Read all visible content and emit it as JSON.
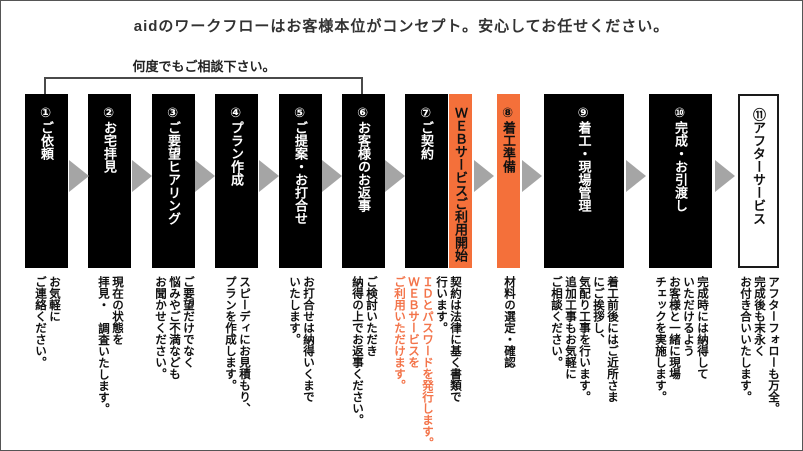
{
  "header": {
    "title": "aidのワークフローはお客様本位がコンセプト。安心してお任せください。"
  },
  "loop_annotation": {
    "label": "何度でもご相談下さい。",
    "from_step": "⑥お客様のお返事",
    "to_step": "①ご依頼"
  },
  "colors": {
    "box_black": "#000000",
    "box_orange": "#f4703a",
    "orange_text": "#f3744a",
    "arrow_gray": "#a5a5a5",
    "loop_arrow": "#4a4a4a"
  },
  "steps": [
    {
      "label": "①ご依頼",
      "desc": "お気軽に\nご連絡ください。"
    },
    {
      "label": "②お宅拝見",
      "desc": "現在の状態を\n拝見・ 調査いたします。"
    },
    {
      "label": "③ご要望ヒアリング",
      "desc": "ご要望だけでなく\n悩みやご不満なども\nお聞かせください。"
    },
    {
      "label": "④プラン作成",
      "desc": "スピーディにお見積もり、\nプランを作成します。"
    },
    {
      "label": "⑤ご提案・お打合せ",
      "desc": "お打合せは納得いくまで\nいたします。"
    },
    {
      "label": "⑥お客様のお返事",
      "desc": "ご検討いただき\n納得の上でお返事ください。"
    },
    {
      "label": "⑦ご契約",
      "desc": "契約は法律に基く書類で\n行います。",
      "desc_orange": "ＩＤとパスワードを発行します。\nＷＥＢサービスを\nご利用いただけます。"
    },
    {
      "label": "ＷＥＢサービスご利用開始",
      "desc": ""
    },
    {
      "label": "⑧着工準備",
      "desc": "材料の選定・確認"
    },
    {
      "label": "⑨着工・現場管理",
      "desc": "着工前後にはご近所さま\nにご挨拶し、\n気配り工事を行います。\n追加工事もお気軽に\nご相談ください。"
    },
    {
      "label": "⑩完成・お引渡し",
      "desc": "完成時には納得して\nいただけるよう\nお客様と一緒に現場\nチェックを実施します。"
    },
    {
      "label": "⑪アフターサービス",
      "desc": "アフターフォローも万全。\n完成後も末永く\nお付き合いいたします。"
    }
  ]
}
